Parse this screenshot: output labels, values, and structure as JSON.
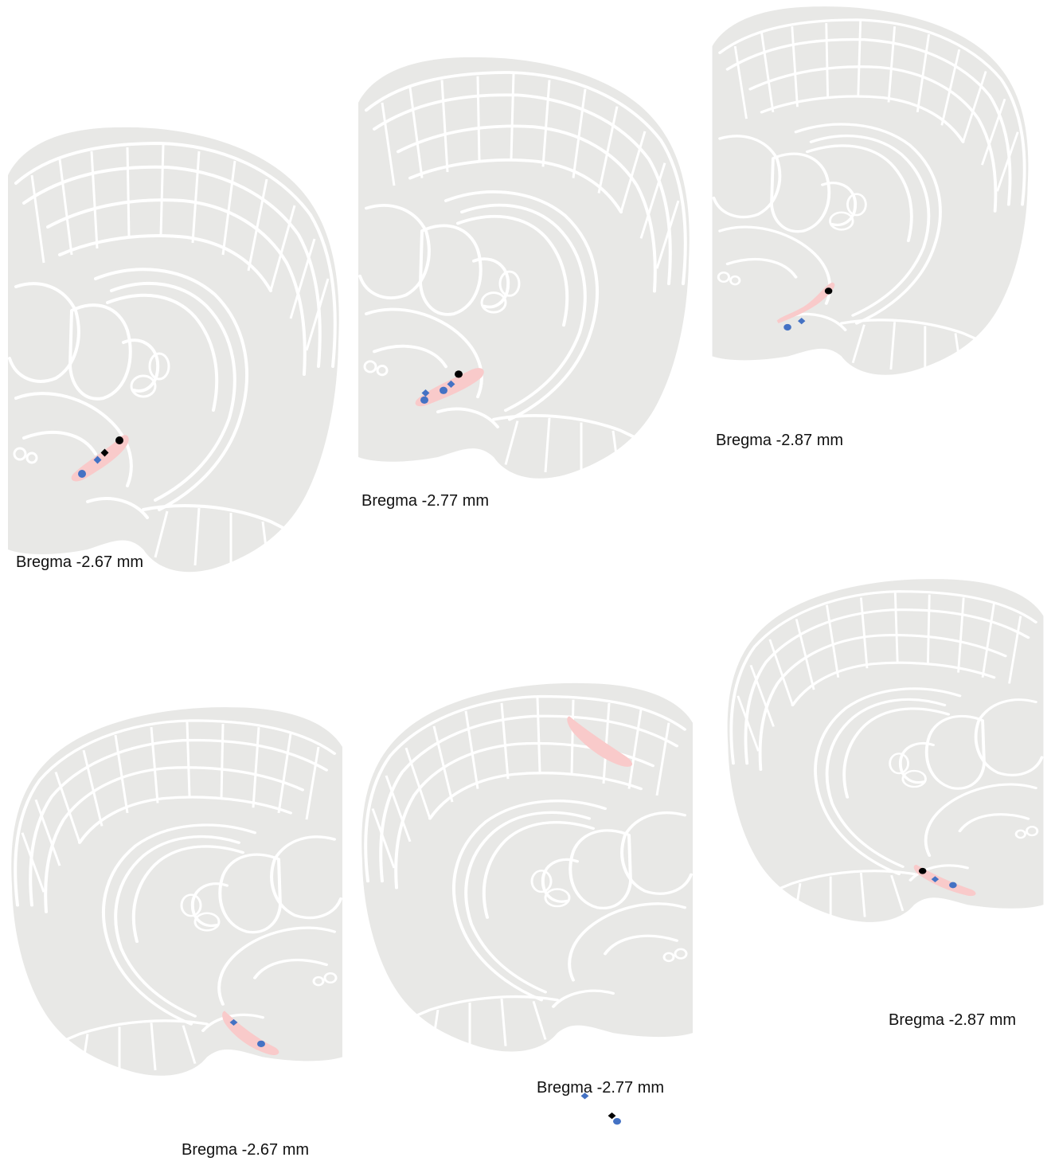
{
  "colors": {
    "tissue": "#e8e8e6",
    "boundaries": "#ffffff",
    "highlight_region": "#f9caca",
    "marker_blue": "#4472c4",
    "marker_black": "#000000"
  },
  "marker_shapes": [
    "circle",
    "diamond"
  ],
  "panels": [
    {
      "caption": "Bregma -2.67 mm",
      "orientation": "left-hemisphere",
      "row": "top"
    },
    {
      "caption": "Bregma -2.77 mm",
      "orientation": "left-hemisphere",
      "row": "top"
    },
    {
      "caption": "Bregma -2.87 mm",
      "orientation": "left-hemisphere",
      "row": "top"
    },
    {
      "caption": "Bregma -2.67 mm",
      "orientation": "right-hemisphere",
      "row": "bottom"
    },
    {
      "caption": "Bregma -2.77 mm",
      "orientation": "right-hemisphere",
      "row": "bottom"
    },
    {
      "caption": "Bregma -2.87 mm",
      "orientation": "right-hemisphere",
      "row": "bottom"
    }
  ]
}
